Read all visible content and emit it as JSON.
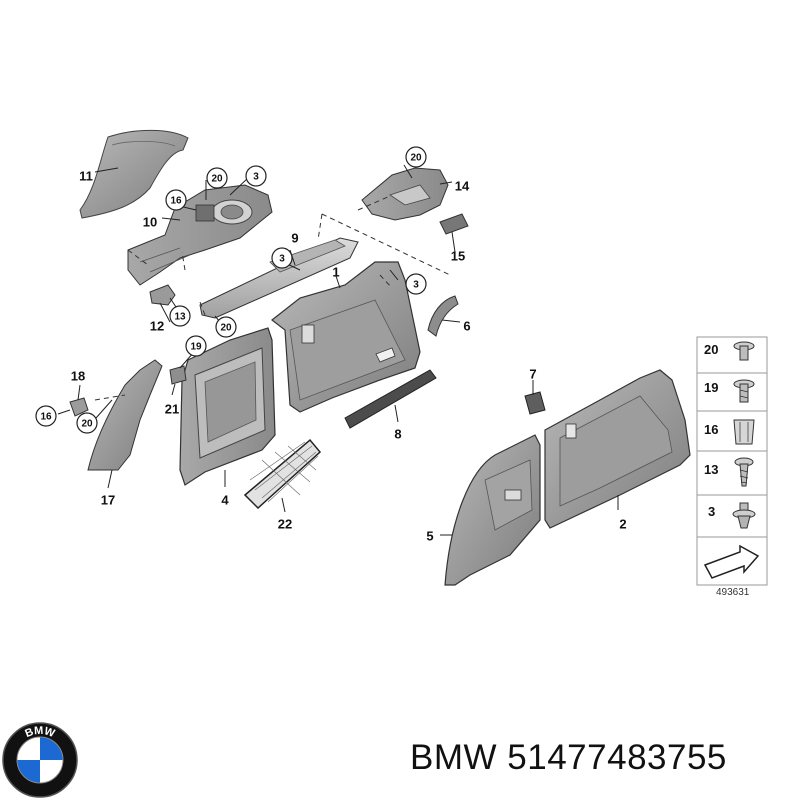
{
  "callouts": [
    {
      "id": "c11",
      "label": "11",
      "circled": false
    },
    {
      "id": "c20a",
      "label": "20",
      "circled": true
    },
    {
      "id": "c3a",
      "label": "3",
      "circled": true
    },
    {
      "id": "c16a",
      "label": "16",
      "circled": true
    },
    {
      "id": "c10",
      "label": "10",
      "circled": false
    },
    {
      "id": "c20b",
      "label": "20",
      "circled": true
    },
    {
      "id": "c14",
      "label": "14",
      "circled": false
    },
    {
      "id": "c15",
      "label": "15",
      "circled": false
    },
    {
      "id": "c9",
      "label": "9",
      "circled": false
    },
    {
      "id": "c3b",
      "label": "3",
      "circled": true
    },
    {
      "id": "c1",
      "label": "1",
      "circled": false
    },
    {
      "id": "c3c",
      "label": "3",
      "circled": true
    },
    {
      "id": "c6",
      "label": "6",
      "circled": false
    },
    {
      "id": "c12",
      "label": "12",
      "circled": false
    },
    {
      "id": "c13",
      "label": "13",
      "circled": true
    },
    {
      "id": "c20c",
      "label": "20",
      "circled": true
    },
    {
      "id": "c19",
      "label": "19",
      "circled": true
    },
    {
      "id": "c18",
      "label": "18",
      "circled": false
    },
    {
      "id": "c21",
      "label": "21",
      "circled": false
    },
    {
      "id": "c16b",
      "label": "16",
      "circled": true
    },
    {
      "id": "c20d",
      "label": "20",
      "circled": true
    },
    {
      "id": "c17",
      "label": "17",
      "circled": false
    },
    {
      "id": "c4",
      "label": "4",
      "circled": false
    },
    {
      "id": "c22",
      "label": "22",
      "circled": false
    },
    {
      "id": "c8",
      "label": "8",
      "circled": false
    },
    {
      "id": "c7",
      "label": "7",
      "circled": false
    },
    {
      "id": "c5",
      "label": "5",
      "circled": false
    },
    {
      "id": "c2",
      "label": "2",
      "circled": false
    }
  ],
  "legend": {
    "items": [
      {
        "label": "20",
        "icon": "screw-with-washer-icon"
      },
      {
        "label": "19",
        "icon": "screw-with-washer-icon"
      },
      {
        "label": "16",
        "icon": "clip-nut-icon"
      },
      {
        "label": "13",
        "icon": "tapping-screw-icon"
      },
      {
        "label": "3",
        "icon": "expanding-rivet-icon"
      }
    ],
    "arrow_icon": "forward-direction-arrow-icon",
    "reference": "493631"
  },
  "caption": {
    "brand": "BMW",
    "part_number": "51477483755"
  },
  "logo": {
    "text": "BMW",
    "colors": {
      "blue": "#1c69d4",
      "white": "#ffffff",
      "ring": "#111111"
    }
  }
}
